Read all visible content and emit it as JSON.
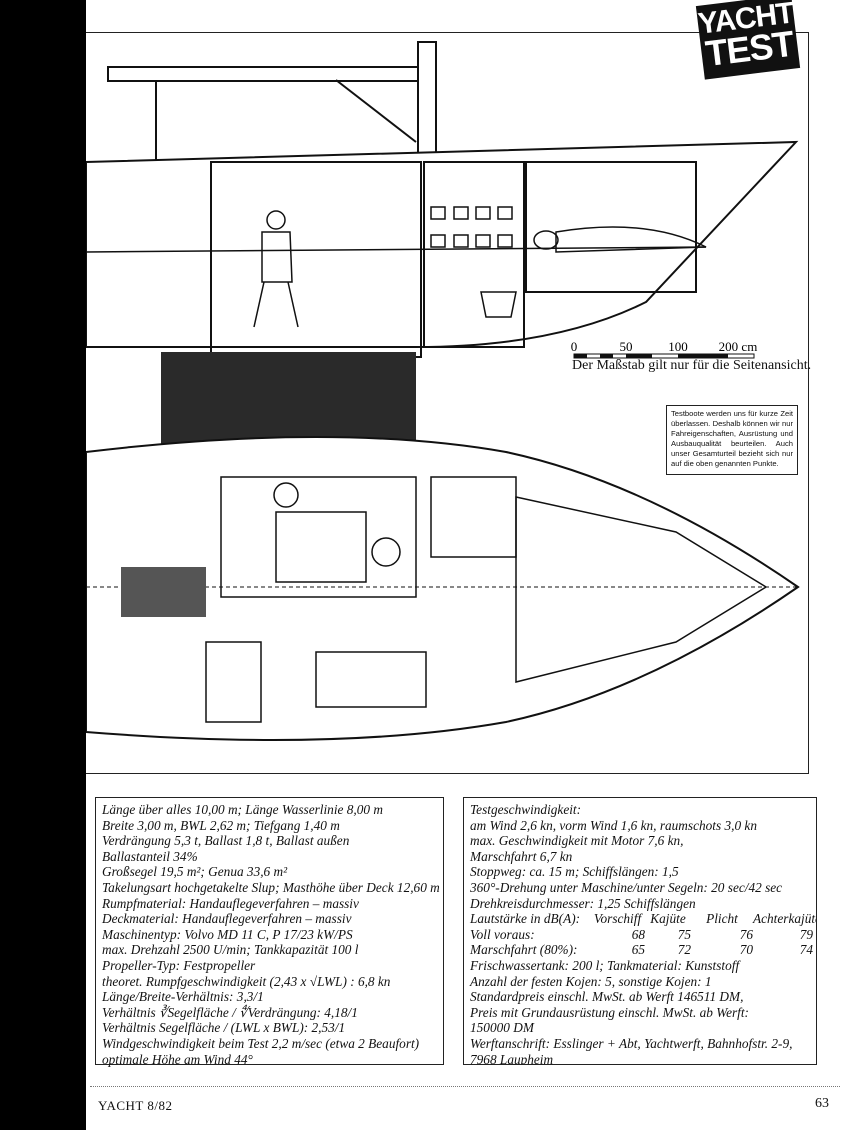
{
  "badge": {
    "line1": "YACHT",
    "line2": "TEST"
  },
  "scale": {
    "ticks": [
      "0",
      "50",
      "100",
      "200 cm"
    ],
    "caption": "Der Maßstab gilt nur für die Seitenansicht."
  },
  "note": "Testboote werden uns für kurze Zeit überlassen. Deshalb können wir nur Fahreigenschaften, Ausrüstung und Ausbauqualität beurteilen. Auch unser Gesamturteil bezieht sich nur auf die oben genannten Punkte.",
  "specs_left": [
    "Länge über alles 10,00 m; Länge Wasserlinie 8,00 m",
    "Breite 3,00 m, BWL 2,62 m; Tiefgang 1,40 m",
    "Verdrängung 5,3 t, Ballast 1,8 t, Ballast außen",
    "Ballastanteil 34%",
    "Großsegel 19,5 m²; Genua 33,6 m²",
    "Takelungsart hochgetakelte Slup; Masthöhe über Deck 12,60 m",
    "Rumpfmaterial: Handauflegeverfahren – massiv",
    "Deckmaterial: Handauflegeverfahren – massiv",
    "Maschinentyp: Volvo MD 11 C, P 17/23 kW/PS",
    "max. Drehzahl 2500 U/min; Tankkapazität 100 l",
    "Propeller-Typ: Festpropeller",
    "theoret. Rumpfgeschwindigkeit (2,43 x √LWL) : 6,8 kn",
    "Länge/Breite-Verhältnis: 3,3/1",
    "Verhältnis ∛Segelfläche / ∜Verdrängung: 4,18/1",
    "Verhältnis Segelfläche / (LWL x BWL): 2,53/1",
    "Windgeschwindigkeit beim Test 2,2 m/sec (etwa 2 Beaufort)",
    "optimale Höhe am Wind 44°"
  ],
  "specs_right_top": [
    "Testgeschwindigkeit:",
    "am Wind 2,6 kn, vorm Wind 1,6 kn, raumschots 3,0 kn",
    "max. Geschwindigkeit mit Motor 7,6 kn,",
    "Marschfahrt 6,7 kn",
    "Stoppweg: ca. 15 m; Schiffslängen: 1,5",
    "360°-Drehung unter Maschine/unter Segeln: 20 sec/42 sec",
    "Drehkreisdurchmesser: 1,25 Schiffslängen"
  ],
  "noise_table": {
    "header": [
      "Lautstärke in dB(A):",
      "Vorschiff",
      "Kajüte",
      "Plicht",
      "Achterkajüte"
    ],
    "rows": [
      [
        "Voll voraus:",
        "68",
        "75",
        "76",
        "79"
      ],
      [
        "Marschfahrt (80%):",
        "65",
        "72",
        "70",
        "74"
      ]
    ]
  },
  "specs_right_bottom": [
    "Frischwassertank: 200 l; Tankmaterial: Kunststoff",
    "Anzahl der festen Kojen: 5, sonstige Kojen: 1",
    "Standardpreis einschl. MwSt. ab Werft 146511 DM,",
    "Preis mit Grundausrüstung einschl. MwSt. ab Werft:",
    "150000 DM",
    "Werftanschrift: Esslinger + Abt, Yachtwerft, Bahnhofstr. 2-9,",
    "7968 Laupheim"
  ],
  "footer": {
    "magazine": "YACHT 8/82",
    "page": "63"
  }
}
